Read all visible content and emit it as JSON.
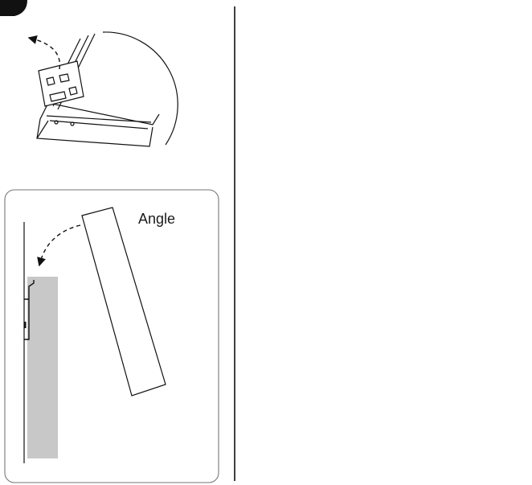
{
  "title": "",
  "step_badge": {
    "visible": true,
    "color": "#111111"
  },
  "angle_panel": {
    "label": "Angle",
    "wall_highlight_color": "#c8c8c8",
    "arrow_style": "dashed-curved"
  },
  "colors": {
    "line": "#111111",
    "background": "#ffffff",
    "divider": "#111111"
  },
  "arrows": [
    {
      "name": "lift-bracket-arrow",
      "style": "dashed-curved"
    },
    {
      "name": "rotate-to-wall-arrow",
      "style": "dashed-curved"
    },
    {
      "name": "push-up-arrow",
      "style": "dashed"
    },
    {
      "name": "slide-right-arrow",
      "style": "dashed"
    }
  ]
}
